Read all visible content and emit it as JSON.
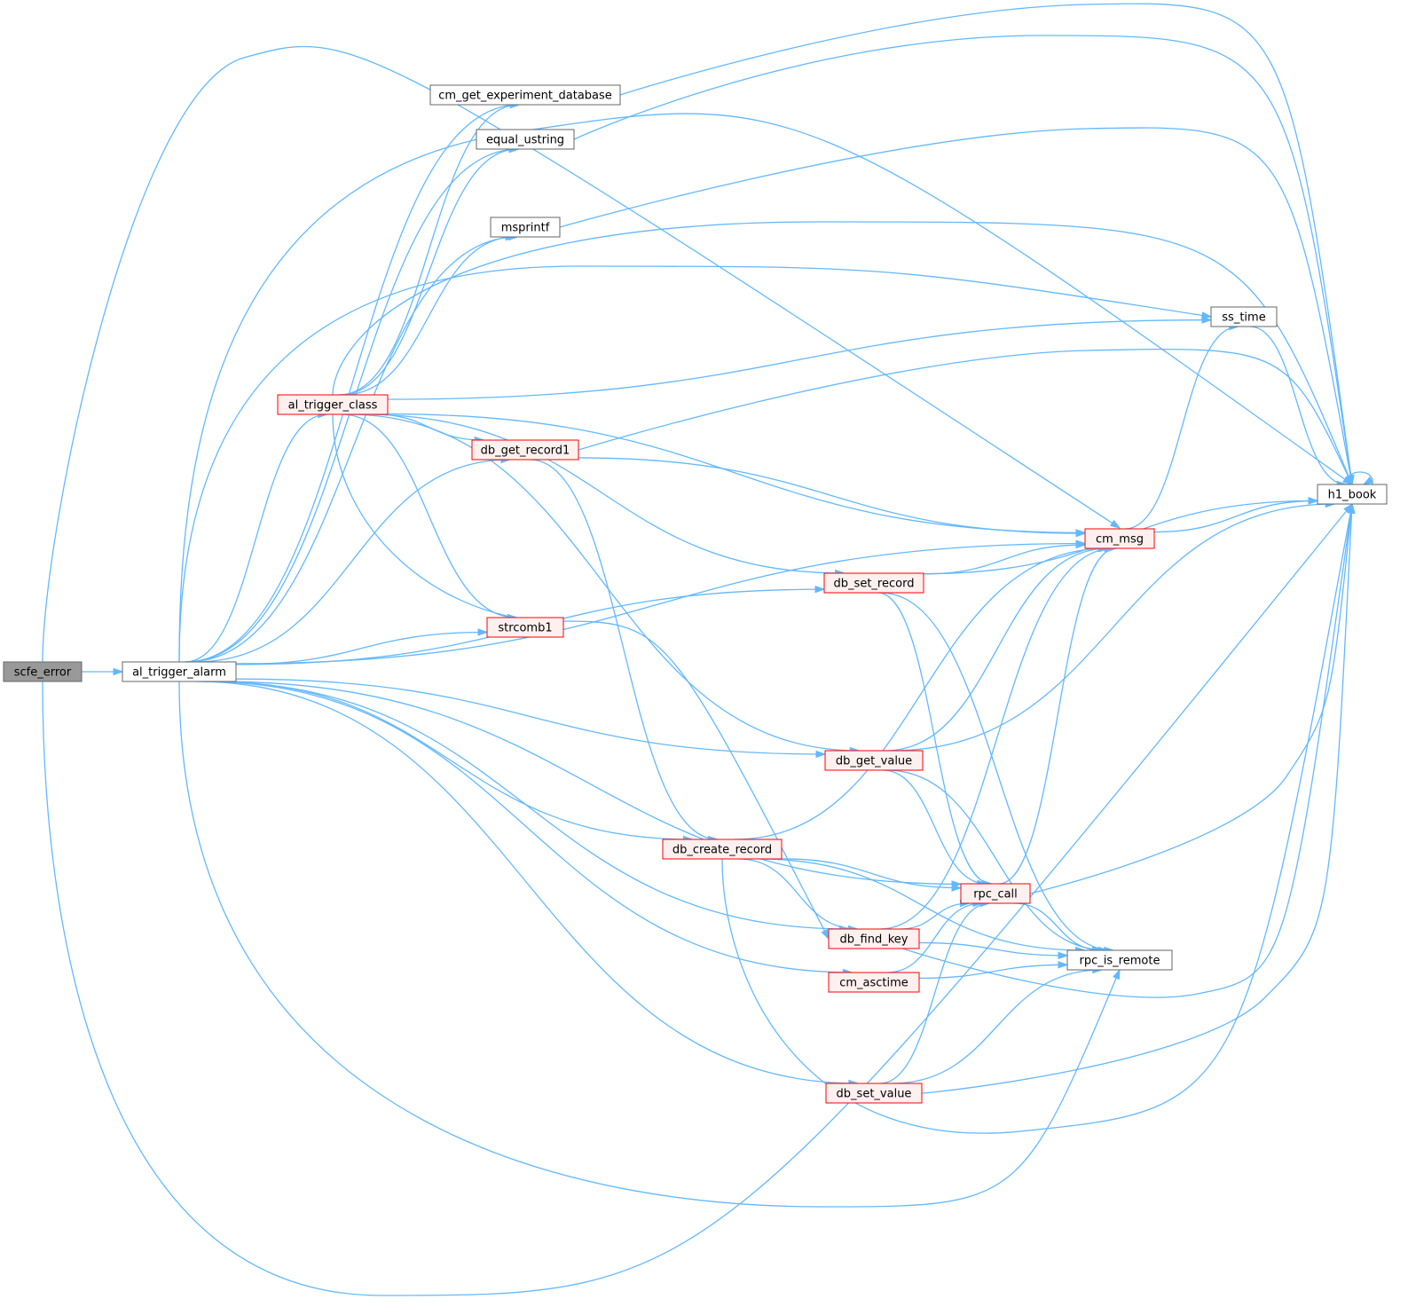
{
  "graph": {
    "nodes": [
      {
        "id": "scfe_error",
        "label": "scfe_error",
        "style": "current"
      },
      {
        "id": "al_trigger_alarm",
        "label": "al_trigger_alarm",
        "style": "normal"
      },
      {
        "id": "al_trigger_class",
        "label": "al_trigger_class",
        "style": "truncated"
      },
      {
        "id": "cm_get_experiment_database",
        "label": "cm_get_experiment_database",
        "style": "normal"
      },
      {
        "id": "equal_ustring",
        "label": "equal_ustring",
        "style": "normal"
      },
      {
        "id": "msprintf",
        "label": "msprintf",
        "style": "normal"
      },
      {
        "id": "strcomb1",
        "label": "strcomb1",
        "style": "truncated"
      },
      {
        "id": "db_get_record1",
        "label": "db_get_record1",
        "style": "truncated"
      },
      {
        "id": "db_create_record",
        "label": "db_create_record",
        "style": "truncated"
      },
      {
        "id": "db_set_record",
        "label": "db_set_record",
        "style": "truncated"
      },
      {
        "id": "db_get_value",
        "label": "db_get_value",
        "style": "truncated"
      },
      {
        "id": "db_find_key",
        "label": "db_find_key",
        "style": "truncated"
      },
      {
        "id": "cm_asctime",
        "label": "cm_asctime",
        "style": "truncated"
      },
      {
        "id": "db_set_value",
        "label": "db_set_value",
        "style": "truncated"
      },
      {
        "id": "cm_msg",
        "label": "cm_msg",
        "style": "truncated"
      },
      {
        "id": "rpc_call",
        "label": "rpc_call",
        "style": "truncated"
      },
      {
        "id": "rpc_is_remote",
        "label": "rpc_is_remote",
        "style": "normal"
      },
      {
        "id": "ss_time",
        "label": "ss_time",
        "style": "normal"
      },
      {
        "id": "h1_book",
        "label": "h1_book",
        "style": "normal"
      }
    ],
    "edges": [
      {
        "from": "scfe_error",
        "to": "al_trigger_alarm"
      },
      {
        "from": "scfe_error",
        "to": "cm_msg"
      },
      {
        "from": "scfe_error",
        "to": "h1_book"
      },
      {
        "from": "al_trigger_alarm",
        "to": "al_trigger_class"
      },
      {
        "from": "al_trigger_alarm",
        "to": "cm_get_experiment_database"
      },
      {
        "from": "al_trigger_alarm",
        "to": "equal_ustring"
      },
      {
        "from": "al_trigger_alarm",
        "to": "msprintf"
      },
      {
        "from": "al_trigger_alarm",
        "to": "ss_time"
      },
      {
        "from": "al_trigger_alarm",
        "to": "h1_book"
      },
      {
        "from": "al_trigger_alarm",
        "to": "db_get_record1"
      },
      {
        "from": "al_trigger_alarm",
        "to": "strcomb1"
      },
      {
        "from": "al_trigger_alarm",
        "to": "cm_msg"
      },
      {
        "from": "al_trigger_alarm",
        "to": "db_set_record"
      },
      {
        "from": "al_trigger_alarm",
        "to": "db_get_value"
      },
      {
        "from": "al_trigger_alarm",
        "to": "rpc_call"
      },
      {
        "from": "al_trigger_alarm",
        "to": "db_create_record"
      },
      {
        "from": "al_trigger_alarm",
        "to": "db_find_key"
      },
      {
        "from": "al_trigger_alarm",
        "to": "cm_asctime"
      },
      {
        "from": "al_trigger_alarm",
        "to": "db_set_value"
      },
      {
        "from": "al_trigger_alarm",
        "to": "rpc_is_remote"
      },
      {
        "from": "al_trigger_class",
        "to": "cm_get_experiment_database"
      },
      {
        "from": "al_trigger_class",
        "to": "equal_ustring"
      },
      {
        "from": "al_trigger_class",
        "to": "msprintf"
      },
      {
        "from": "al_trigger_class",
        "to": "h1_book"
      },
      {
        "from": "al_trigger_class",
        "to": "ss_time"
      },
      {
        "from": "al_trigger_class",
        "to": "db_get_record1"
      },
      {
        "from": "al_trigger_class",
        "to": "cm_msg"
      },
      {
        "from": "al_trigger_class",
        "to": "db_set_record"
      },
      {
        "from": "al_trigger_class",
        "to": "strcomb1"
      },
      {
        "from": "al_trigger_class",
        "to": "db_get_value"
      },
      {
        "from": "al_trigger_class",
        "to": "db_find_key"
      },
      {
        "from": "cm_get_experiment_database",
        "to": "h1_book"
      },
      {
        "from": "equal_ustring",
        "to": "h1_book"
      },
      {
        "from": "msprintf",
        "to": "h1_book"
      },
      {
        "from": "ss_time",
        "to": "h1_book"
      },
      {
        "from": "db_get_record1",
        "to": "h1_book"
      },
      {
        "from": "db_get_record1",
        "to": "cm_msg"
      },
      {
        "from": "db_get_record1",
        "to": "db_create_record"
      },
      {
        "from": "cm_msg",
        "to": "h1_book"
      },
      {
        "from": "cm_msg",
        "to": "ss_time"
      },
      {
        "from": "db_set_record",
        "to": "h1_book"
      },
      {
        "from": "db_set_record",
        "to": "cm_msg"
      },
      {
        "from": "db_set_record",
        "to": "rpc_call"
      },
      {
        "from": "db_set_record",
        "to": "rpc_is_remote"
      },
      {
        "from": "db_get_value",
        "to": "cm_msg"
      },
      {
        "from": "db_get_value",
        "to": "h1_book"
      },
      {
        "from": "db_get_value",
        "to": "rpc_call"
      },
      {
        "from": "db_get_value",
        "to": "rpc_is_remote"
      },
      {
        "from": "db_create_record",
        "to": "cm_msg"
      },
      {
        "from": "db_create_record",
        "to": "rpc_call"
      },
      {
        "from": "db_create_record",
        "to": "db_find_key"
      },
      {
        "from": "db_create_record",
        "to": "rpc_is_remote"
      },
      {
        "from": "db_create_record",
        "to": "h1_book"
      },
      {
        "from": "rpc_call",
        "to": "cm_msg"
      },
      {
        "from": "rpc_call",
        "to": "h1_book"
      },
      {
        "from": "rpc_call",
        "to": "rpc_is_remote"
      },
      {
        "from": "db_find_key",
        "to": "cm_msg"
      },
      {
        "from": "db_find_key",
        "to": "rpc_call"
      },
      {
        "from": "db_find_key",
        "to": "rpc_is_remote"
      },
      {
        "from": "db_find_key",
        "to": "h1_book"
      },
      {
        "from": "cm_asctime",
        "to": "rpc_call"
      },
      {
        "from": "cm_asctime",
        "to": "rpc_is_remote"
      },
      {
        "from": "db_set_value",
        "to": "rpc_call"
      },
      {
        "from": "db_set_value",
        "to": "rpc_is_remote"
      },
      {
        "from": "db_set_value",
        "to": "h1_book"
      },
      {
        "from": "h1_book",
        "to": "h1_book"
      }
    ],
    "colors": {
      "edge": "#63b8ff",
      "current_fill": "#999999",
      "current_stroke": "#666666",
      "normal_fill": "#ffffff",
      "normal_stroke": "#666666",
      "truncated_fill": "#fff0f0",
      "truncated_stroke": "#ff0000",
      "text": "#000000"
    }
  }
}
